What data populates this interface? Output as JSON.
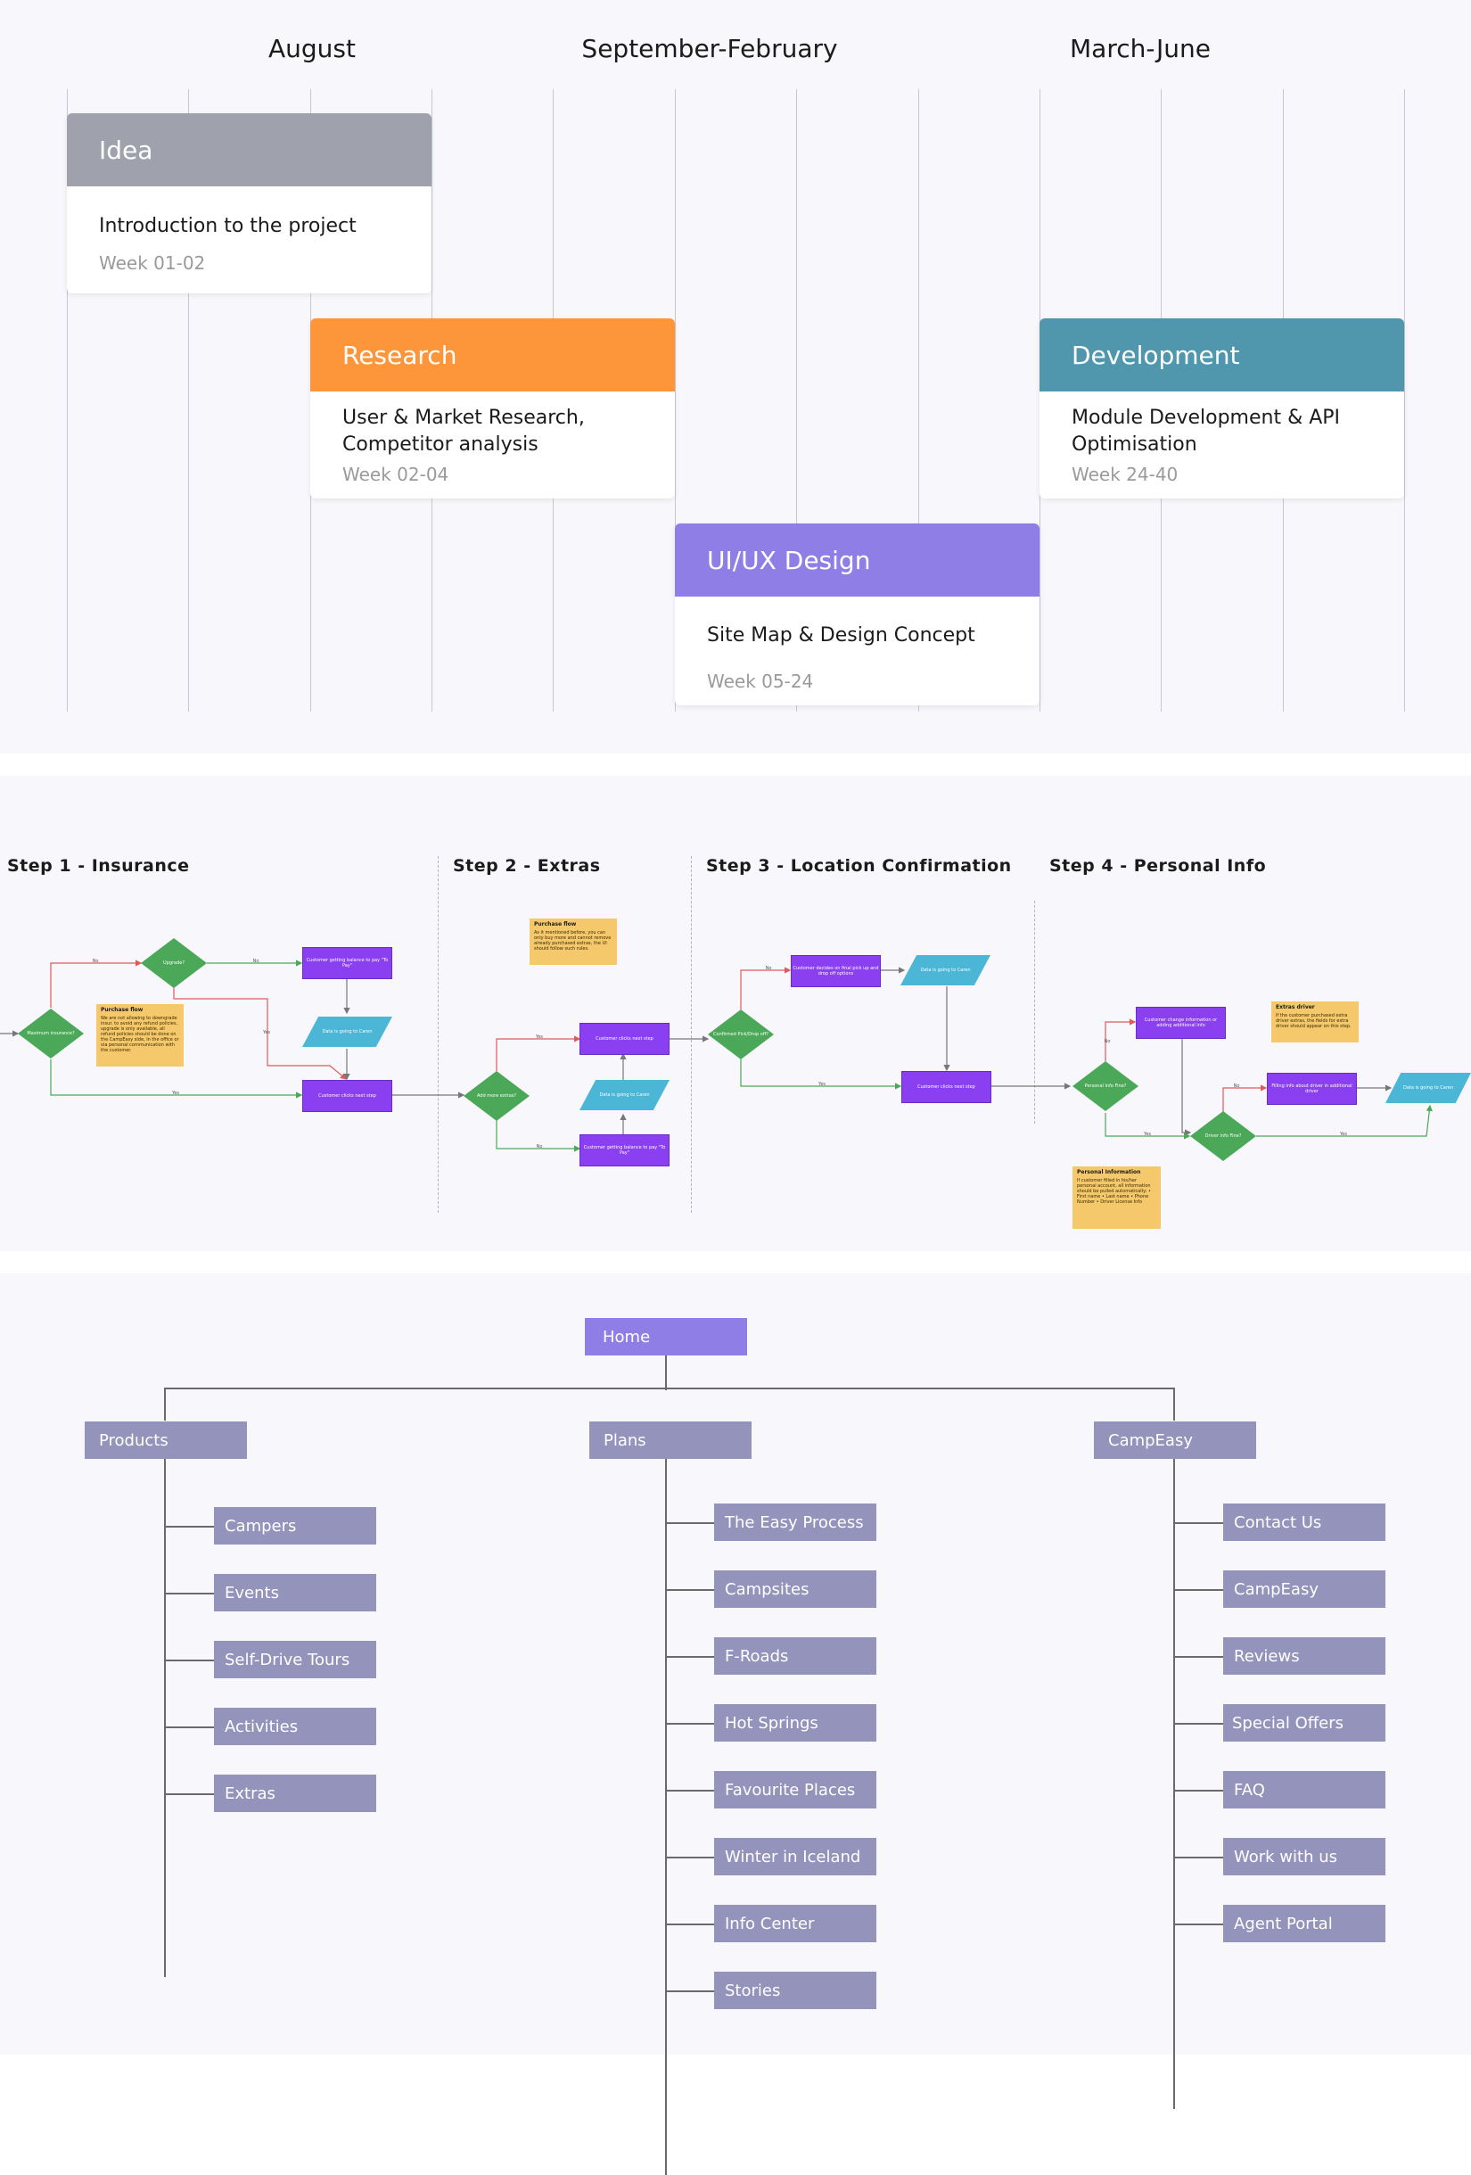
{
  "timeline": {
    "months": [
      "August",
      "September-February",
      "March-June"
    ],
    "cards": [
      {
        "phase": "Idea",
        "desc": "Introduction to the project",
        "week": "Week 01-02",
        "color": "#9fa2ad"
      },
      {
        "phase": "Research",
        "desc": "User & Market Research, Competitor analysis",
        "week": "Week 02-04",
        "color": "#fd963b"
      },
      {
        "phase": "UI/UX Design",
        "desc": "Site Map & Design Concept",
        "week": "Week 05-24",
        "color": "#8f7ee6"
      },
      {
        "phase": "Development",
        "desc": "Module Development & API Optimisation",
        "week": "Week 24-40",
        "color": "#5097ad"
      }
    ]
  },
  "flow": {
    "steps": [
      "Step 1 - Insurance",
      "Step 2 - Extras",
      "Step 3 - Location Confirmation",
      "Step 4 - Personal Info"
    ],
    "nodes": {
      "s1_minimum": "Maximum insurance?",
      "s1_upgrade": "Upgrade?",
      "s1_pay": "Customer getting balance to pay \"To Pay\"",
      "s1_data": "Data is going to Caren",
      "s1_next": "Customer clicks next step",
      "s2_add": "Add more extras?",
      "s2_next": "Customer clicks next step",
      "s2_data": "Data is going to Caren",
      "s2_pay": "Customer getting balance to pay \"To Pay\"",
      "s3_confirm": "Confirmed Pick/Drop off?",
      "s3_decides": "Customer decides on final pick up and drop off options",
      "s3_data": "Data is going to Caren",
      "s3_next": "Customer clicks next step",
      "s4_personal": "Personal Info Fine?",
      "s4_change": "Customer change information or adding additional info",
      "s4_driver": "Driver info Fine?",
      "s4_filling": "Filling info about driver in additional driver",
      "s4_data": "Data is going to Caren"
    },
    "notes": {
      "n1_title": "Purchase flow",
      "n1_text": "We are not allowing to downgrade insur. to avoid any refund policies, upgrade is only available, all refund policies should be done on the CampEasy side, in the office or via personal communication with the customer.",
      "n2_title": "Purchase flow",
      "n2_text": "As it mentioned before, you can only buy more and cannot remove already purchased extras, the UI should follow such rules.",
      "n3_title": "Extras driver",
      "n3_text": "If the customer purchased extra driver extras, the fields for extra driver should appear on this step.",
      "n4_title": "Personal Information",
      "n4_text": "If customer filled in his/her personal account, all information should be pulled automatically: • First name • Last name • Phone Number • Driver License Info"
    },
    "edge_labels": {
      "yes": "Yes",
      "no": "No"
    }
  },
  "sitemap": {
    "home": "Home",
    "columns": [
      {
        "title": "Products",
        "items": [
          "Campers",
          "Events",
          "Self-Drive Tours",
          "Activities",
          "Extras"
        ]
      },
      {
        "title": "Plans",
        "items": [
          "The Easy Process",
          "Campsites",
          "F-Roads",
          "Hot Springs",
          "Favourite Places",
          "Winter in Iceland",
          "Info Center",
          "Stories"
        ]
      },
      {
        "title": "CampEasy",
        "items": [
          "Contact Us",
          "CampEasy",
          "Reviews",
          "Special Offers",
          "FAQ",
          "Work with us",
          "Agent Portal"
        ]
      }
    ]
  },
  "colors": {
    "grid": "#c9c6d2",
    "process": "#8a3ff0",
    "data": "#4bb6d6",
    "decision": "#4aa858",
    "note": "#f5c96b",
    "sitemap_box": "#9493bc",
    "home_box": "#8f7ee6"
  }
}
